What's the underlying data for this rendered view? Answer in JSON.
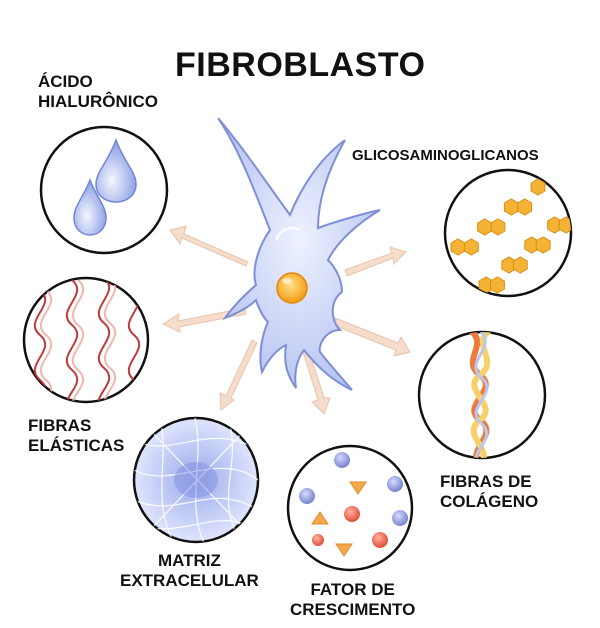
{
  "title": "FIBROBLASTO",
  "labels": {
    "acido": "ÁCIDO\nHIALURÔNICO",
    "glico": "GLICOSAMINOGLICANOS",
    "elasticas": "FIBRAS\nELÁSTICAS",
    "colageno": "FIBRAS DE\nCOLÁGENO",
    "matriz": "MATRIZ\nEXTRACELULAR",
    "fator": "FATOR DE\nCRESCIMENTO"
  },
  "colors": {
    "cell_body": "#c9d3f5",
    "cell_outline": "#7f8fd6",
    "nucleus": "#f5a623",
    "arrow": "#f6dccb",
    "drop": "#8fa3e6",
    "hexagon": "#f5b335",
    "elastic": "#c2393b",
    "collagen_orange": "#f07a3c",
    "collagen_yellow": "#f6d06a",
    "matrix": "#aeb9ee",
    "growth_blue": "#8b96d6",
    "growth_red": "#ee6b55",
    "growth_tri": "#f5a74c"
  }
}
